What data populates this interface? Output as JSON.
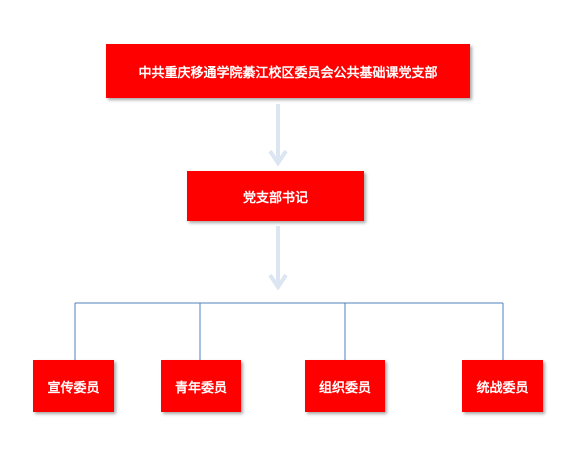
{
  "diagram": {
    "root": {
      "label": "中共重庆移通学院綦江校区委员会公共基础课党支部"
    },
    "secretary": {
      "label": "党支部书记"
    },
    "members": [
      {
        "label": "宣传委员"
      },
      {
        "label": "青年委员"
      },
      {
        "label": "组织委员"
      },
      {
        "label": "统战委员"
      }
    ]
  },
  "colors": {
    "box_fill": "#ff0000",
    "box_text": "#ffffff",
    "arrow": "#dce6f2",
    "connector": "#4f81bd"
  }
}
